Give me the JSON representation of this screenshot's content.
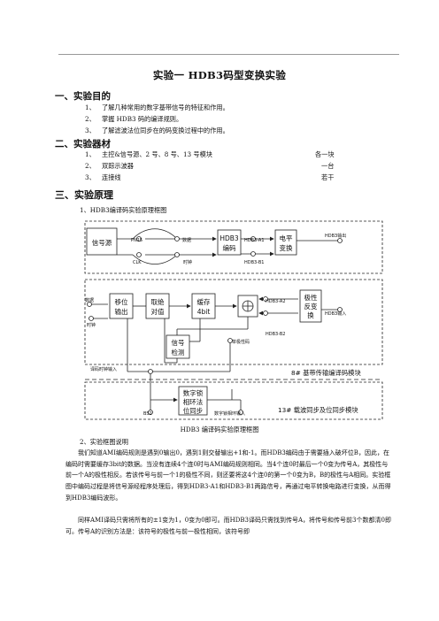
{
  "title": "实验一  HDB3码型变换实验",
  "sections": {
    "purpose": {
      "heading": "一、实验目的",
      "items": [
        {
          "num": "1、",
          "text": "了解几种常用的数字基带信号的特征和作用。"
        },
        {
          "num": "2、",
          "text": "掌握 HDB3 码的编译规则。"
        },
        {
          "num": "3、",
          "text": "了解滤波法位同步在的码变换过程中的作用。"
        }
      ]
    },
    "equipment": {
      "heading": "二、实验器材",
      "items": [
        {
          "num": "1、",
          "text": "主控&信号源、2 号、8 号、13 号模块",
          "qty": "各一块"
        },
        {
          "num": "2、",
          "text": "双踪示波器",
          "qty": "一台"
        },
        {
          "num": "3、",
          "text": "连接线",
          "qty": "若干"
        }
      ]
    },
    "principle": {
      "heading": "三、实验原理",
      "sub1": "1、HDB3编译码实验原理框图",
      "sub2": "2、实验框图说明",
      "caption": "HDB3 编译码实验原理框图"
    }
  },
  "diagram": {
    "blocks": {
      "signal_source": "信号源",
      "hdb3_encode_1": "HDB3",
      "hdb3_encode_2": "编码",
      "level_convert_1": "电平",
      "level_convert_2": "变换",
      "shift_out_1": "移位",
      "shift_out_2": "输出",
      "abs_1": "取绝",
      "abs_2": "对值",
      "buffer_1": "缓存",
      "buffer_2": "4bit",
      "polarity_1": "极性",
      "polarity_2": "反变",
      "polarity_3": "换",
      "detect_1": "信号",
      "detect_2": "检测",
      "dpll_1": "数字锁",
      "dpll_2": "相环法",
      "dpll_3": "位同步",
      "adder": "+"
    },
    "labels": {
      "pn15": "PN15",
      "data_top": "数据",
      "clk": "CLK",
      "clock_top": "时钟",
      "hdb3_a1": "HDB3-A1",
      "hdb3_b1": "HDB3-B1",
      "hdb3_out": "HDB3输出",
      "data_left": "数据",
      "clock_left": "时钟",
      "hdb3_a2": "HDB3-A2",
      "hdb3_b2": "HDB3-B2",
      "hdb3_in": "HDB3输入",
      "unipolar": "单极性码",
      "decode_clk_in": "译码时钟输入",
      "bs2": "BS2",
      "dpll_in": "数字锁相环输入",
      "module8": "8# 基带传输编译码模块",
      "module13": "13# 载波同步及位同步模块"
    }
  },
  "paragraphs": [
    "我们知道AMI编码规则是遇到0输出0，遇到1则交替输出+1和-1。而HDB3编码由于需要插入破坏位B，因此，在编码时需要缓存3bit的数据。当没有连续4个连0时与AMI编码规则相同。当4个连0时最后一个0变为传号A，其极性与前一个A的极性相反。若该传号与前一个1的极性不同，则还要将这4个连0的第一个0变为B，B的极性与A相同。实验框图中编码过程是将信号源经程序处理后，得到HDB3-A1和HDB3-B1两路信号，再通过电平转换电路进行变换，从而得到HDB3编码波形。",
    "同样AMI译码只需将所有的±1变为1，0变为0即可。而HDB3译码只需找到传号A，将传号和传号前3个数都清0即可。传号A的识别方法是：该符号的极性与前一极性相同，该符号即"
  ]
}
